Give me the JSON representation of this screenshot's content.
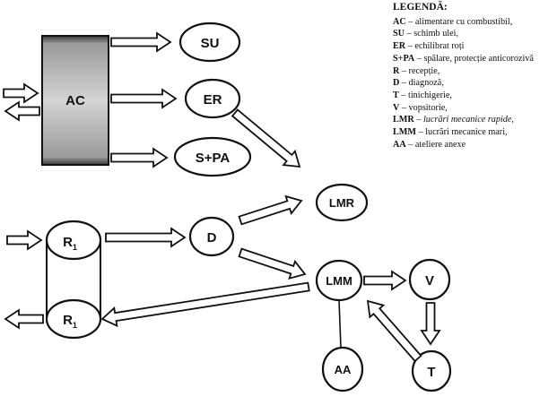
{
  "nodes": {
    "ac": "AC",
    "su": "SU",
    "er": "ER",
    "spa": "S+PA",
    "lmr": "LMR",
    "r1_top": "R",
    "r1_bottom": "R",
    "r_subscript": "1",
    "d": "D",
    "lmm": "LMM",
    "v": "V",
    "aa": "AA",
    "t": "T"
  },
  "legend": {
    "title": "LEGENDĂ:",
    "items": [
      {
        "code": "AC",
        "text": "alimentare cu combustibil,",
        "italic": false
      },
      {
        "code": "SU",
        "text": "schimb ulei,",
        "italic": false
      },
      {
        "code": "ER",
        "text": "echilibrat roți",
        "italic": false
      },
      {
        "code": "S+PA",
        "text": "spălare, protecție anticorozivă",
        "italic": false
      },
      {
        "code": "R",
        "text": "recepție,",
        "italic": false
      },
      {
        "code": "D",
        "text": "diagnoză,",
        "italic": false
      },
      {
        "code": "T",
        "text": "tinichigerie,",
        "italic": false
      },
      {
        "code": "V",
        "text": "vopsitorie,",
        "italic": false
      },
      {
        "code": "LMR",
        "text": "lucrări mecanice rapide,",
        "italic": true
      },
      {
        "code": "LMM",
        "text": "lucrări mecanice mari,",
        "italic": false
      },
      {
        "code": "AA",
        "text": "ateliere anexe",
        "italic": false
      }
    ],
    "dash": " – "
  }
}
